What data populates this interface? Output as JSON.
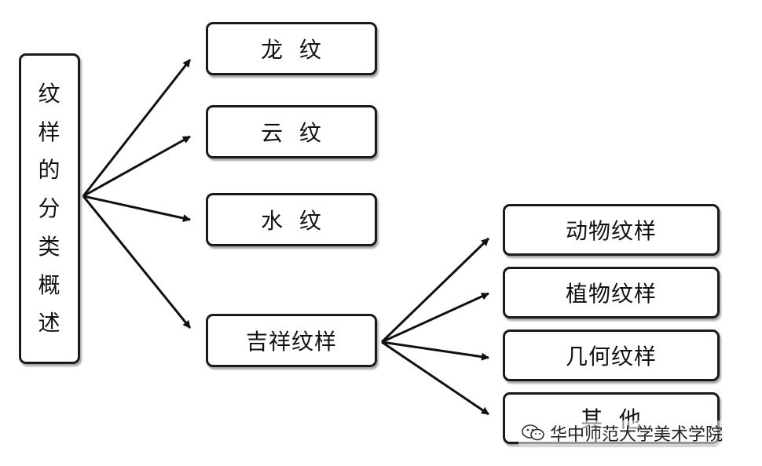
{
  "root": {
    "chars": [
      "纹",
      "样",
      "的",
      "分",
      "类",
      "概",
      "述"
    ]
  },
  "branches": [
    {
      "label": "龙  纹"
    },
    {
      "label": "云  纹"
    },
    {
      "label": "水  纹"
    },
    {
      "label": "吉祥纹样"
    }
  ],
  "sub_branches": [
    {
      "label": "动物纹样"
    },
    {
      "label": "植物纹样"
    },
    {
      "label": "几何纹样"
    },
    {
      "label": "其  他"
    }
  ],
  "watermark": {
    "text": "华中师范大学美术学院",
    "icon": "wechat-icon"
  }
}
